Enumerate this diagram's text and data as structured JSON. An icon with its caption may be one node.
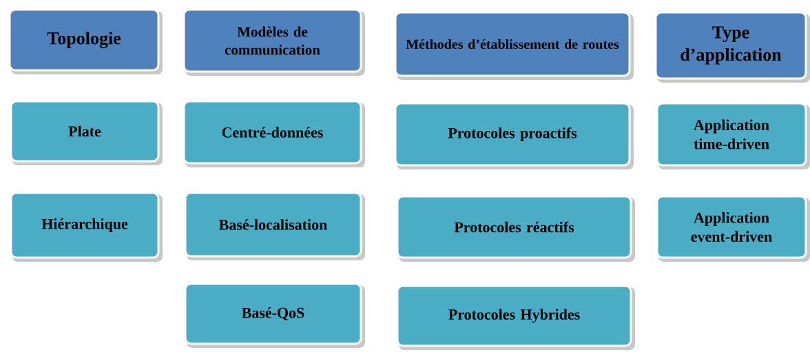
{
  "diagram": {
    "nodes": [
      {
        "text": [
          "Topologie"
        ]
      },
      {
        "text": [
          "Modèles de communication"
        ]
      },
      {
        "text": [
          "Méthodes d’établissement de routes"
        ]
      },
      {
        "text": [
          "Type d’application"
        ]
      },
      {
        "text": [
          "Plate"
        ]
      },
      {
        "text": [
          "Centré-données"
        ]
      },
      {
        "text": [
          "Protocoles proactifs"
        ]
      },
      {
        "text": [
          "Application time-driven"
        ]
      },
      {
        "text": [
          "Hiérarchique"
        ]
      },
      {
        "text": [
          "Basé-localisation"
        ]
      },
      {
        "text": [
          "Protocoles réactifs"
        ]
      },
      {
        "text": [
          "Application event-driven"
        ]
      },
      {
        "text": [
          "Basé-QoS"
        ]
      },
      {
        "text": [
          "Protocoles Hybrides"
        ]
      }
    ]
  }
}
